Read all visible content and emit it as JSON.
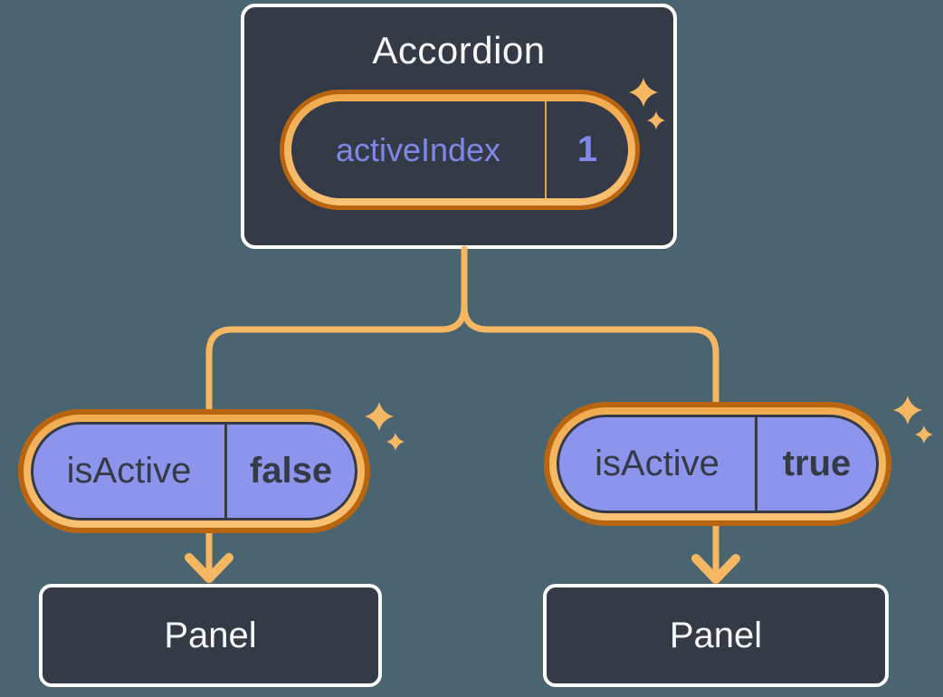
{
  "diagram": {
    "root": {
      "title": "Accordion",
      "state_name": "activeIndex",
      "state_value": "1"
    },
    "left_child": {
      "prop_name": "isActive",
      "prop_value": "false",
      "panel_label": "Panel"
    },
    "right_child": {
      "prop_name": "isActive",
      "prop_value": "true",
      "panel_label": "Panel"
    }
  },
  "icons": {
    "sparkle": "four-point-star"
  },
  "colors": {
    "background": "#4b6570",
    "node_fill": "#343a46",
    "node_border": "#ffffff",
    "connector_gold": "#f6b763",
    "ring_outer_orange": "#b9650f",
    "ring_band_gold": "#f7bb64",
    "prop_pill_purple": "#8c94ec",
    "state_text_purple": "#7e88e8",
    "dark_text": "#343a46",
    "light_text": "#f6f7f9"
  }
}
